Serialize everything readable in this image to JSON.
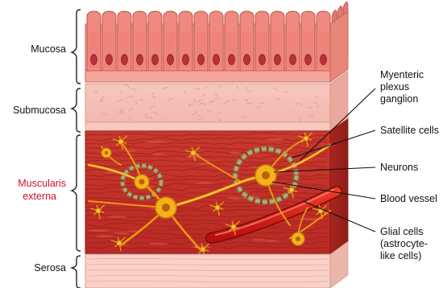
{
  "left_labels": {
    "mucosa": "Mucosa",
    "submucosa": "Submucosa",
    "muscularis_line1": "Muscularis",
    "muscularis_line2": "externa",
    "serosa": "Serosa"
  },
  "right_labels": {
    "myenteric_line1": "Myenteric",
    "myenteric_line2": "plexus",
    "myenteric_line3": "ganglion",
    "satellite": "Satellite cells",
    "neurons": "Neurons",
    "blood_vessel": "Blood vessel",
    "glial_line1": "Glial cells",
    "glial_line2": "(astrocyte-",
    "glial_line3": "like cells)"
  },
  "colors": {
    "muscularis_label": "#d0102a",
    "text": "#111111",
    "mucosa_cell": "#f08a80",
    "muscle": "#c8342c",
    "neuron": "#f3b21a",
    "vessel": "#d61a1a",
    "satellite": "#8a9a5a"
  }
}
